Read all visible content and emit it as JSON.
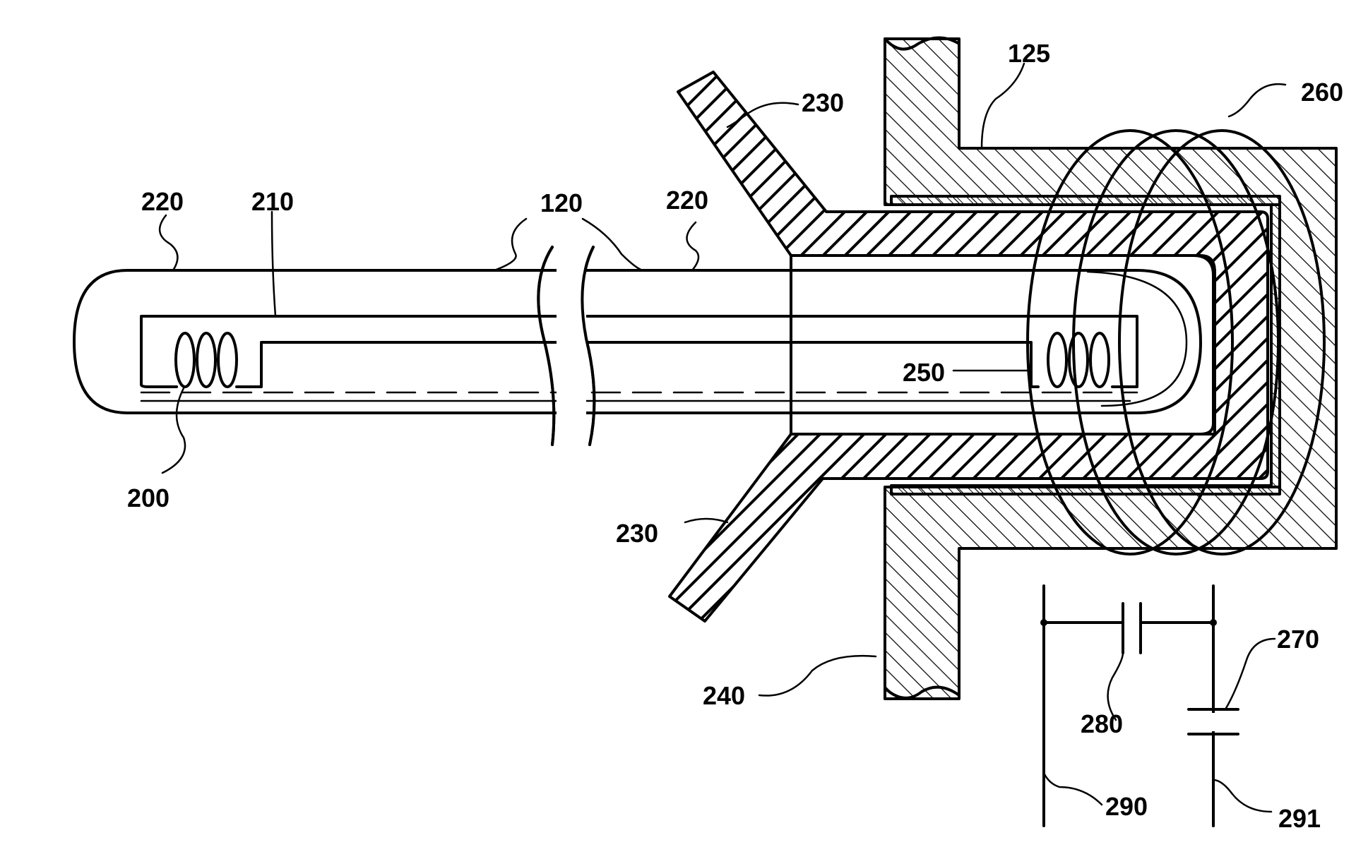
{
  "figure": {
    "reference_numerals": {
      "tube_top": "120",
      "electrode_holder": "125",
      "filament_left": "200",
      "lead_wire": "210",
      "bulb_left": "220",
      "bulb_right": "220",
      "seal_top": "230",
      "seal_bottom": "230",
      "housing": "240",
      "filament_right": "250",
      "coil": "260",
      "capacitor_series": "270",
      "capacitor_parallel": "280",
      "terminal_left": "290",
      "terminal_right": "291"
    }
  }
}
